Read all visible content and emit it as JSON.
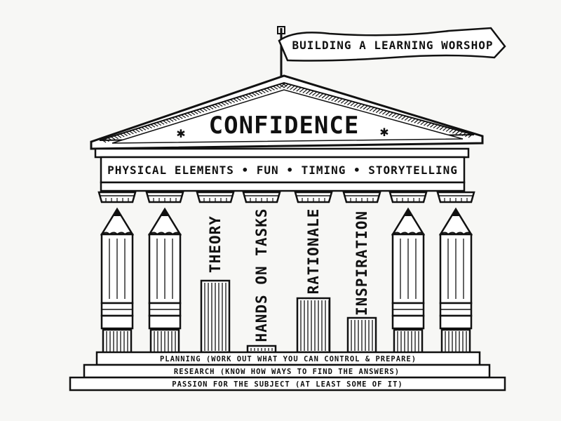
{
  "flag": {
    "text": "BUILDING A LEARNING WORSHOP"
  },
  "pediment": {
    "title": "CONFIDENCE"
  },
  "entablature": {
    "text": "PHYSICAL ELEMENTS • FUN • TIMING • STORYTELLING"
  },
  "pillars": [
    {
      "kind": "pencil"
    },
    {
      "kind": "pencil"
    },
    {
      "kind": "word",
      "label": "THEORY"
    },
    {
      "kind": "word",
      "label": "HANDS ON TASKS"
    },
    {
      "kind": "word",
      "label": "RATIONALE"
    },
    {
      "kind": "word",
      "label": "INSPIRATION"
    },
    {
      "kind": "pencil"
    },
    {
      "kind": "pencil"
    }
  ],
  "steps": [
    {
      "text": "PLANNING (WORK OUT WHAT YOU CAN CONTROL & PREPARE)"
    },
    {
      "text": "RESEARCH (KNOW HOW WAYS TO FIND THE ANSWERS)"
    },
    {
      "text": "PASSION FOR THE SUBJECT (AT LEAST SOME OF IT)"
    }
  ],
  "colors": {
    "ink": "#111111",
    "paper": "#f7f7f5"
  }
}
